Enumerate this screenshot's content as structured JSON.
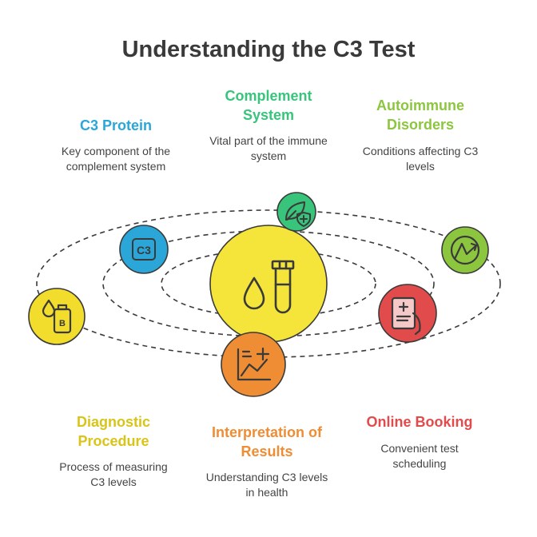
{
  "title": "Understanding the C3 Test",
  "colors": {
    "c3_protein": "#2aa7d8",
    "complement_system": "#38c47a",
    "autoimmune": "#8cc63f",
    "diagnostic": "#d9c418",
    "interpretation": "#ef8d35",
    "online_booking": "#e24b4b",
    "center": "#f5e53a"
  },
  "items": {
    "c3_protein": {
      "heading": "C3 Protein",
      "desc_l1": "Key component of the",
      "desc_l2": "complement system",
      "icon": "c3-label-icon",
      "icon_text": "C3"
    },
    "complement_system": {
      "heading_l1": "Complement",
      "heading_l2": "System",
      "desc_l1": "Vital part of the immune",
      "desc_l2": "system",
      "icon": "leaf-shield-icon"
    },
    "autoimmune": {
      "heading_l1": "Autoimmune",
      "heading_l2": "Disorders",
      "desc_l1": "Conditions affecting C3",
      "desc_l2": "levels",
      "icon": "self-attack-icon"
    },
    "diagnostic": {
      "heading_l1": "Diagnostic",
      "heading_l2": "Procedure",
      "desc_l1": "Process of measuring",
      "desc_l2": "C3 levels",
      "icon": "blood-sample-icon"
    },
    "interpretation": {
      "heading_l1": "Interpretation of",
      "heading_l2": "Results",
      "desc_l1": "Understanding C3 levels",
      "desc_l2": "in health",
      "icon": "chart-plus-icon"
    },
    "online_booking": {
      "heading": "Online Booking",
      "desc_l1": "Convenient test",
      "desc_l2": "scheduling",
      "icon": "tablet-medical-icon"
    },
    "center": {
      "icon": "blood-drop-test-tube-icon"
    }
  }
}
